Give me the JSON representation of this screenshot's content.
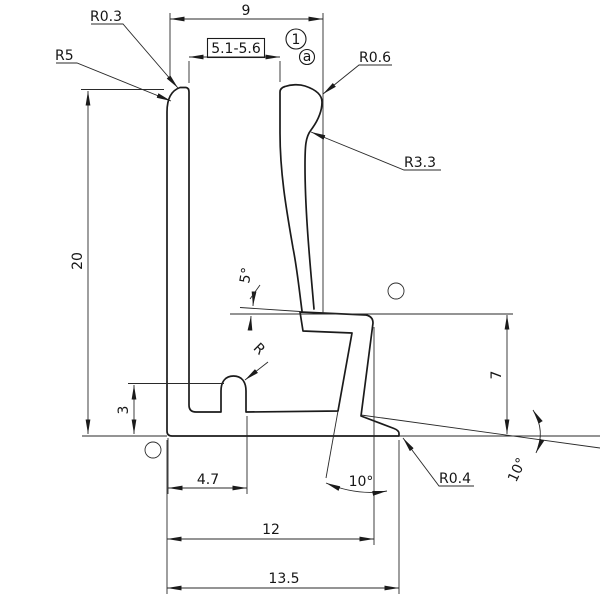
{
  "drawing": {
    "type": "technical-profile-cross-section",
    "units": "mm",
    "dims": {
      "top_width": "9",
      "slot_width": "5.1-5.6",
      "overall_height": "20",
      "hook_height": "3",
      "foot_width": "4.7",
      "seat_height": "7",
      "body_width": "12",
      "overall_width": "13.5"
    },
    "angles": {
      "seat": "5°",
      "leg": "10°",
      "tail": "10°"
    },
    "radii": {
      "top_corner": "R0.3",
      "outer_top": "R5",
      "lip_top": "R0.6",
      "lip_inner": "R3.3",
      "hook": "R",
      "tail_tip": "R0.4"
    },
    "callouts": {
      "item": "1",
      "detail": "a"
    },
    "colors": {
      "line": "#1b1b1b",
      "background": "#ffffff"
    }
  }
}
